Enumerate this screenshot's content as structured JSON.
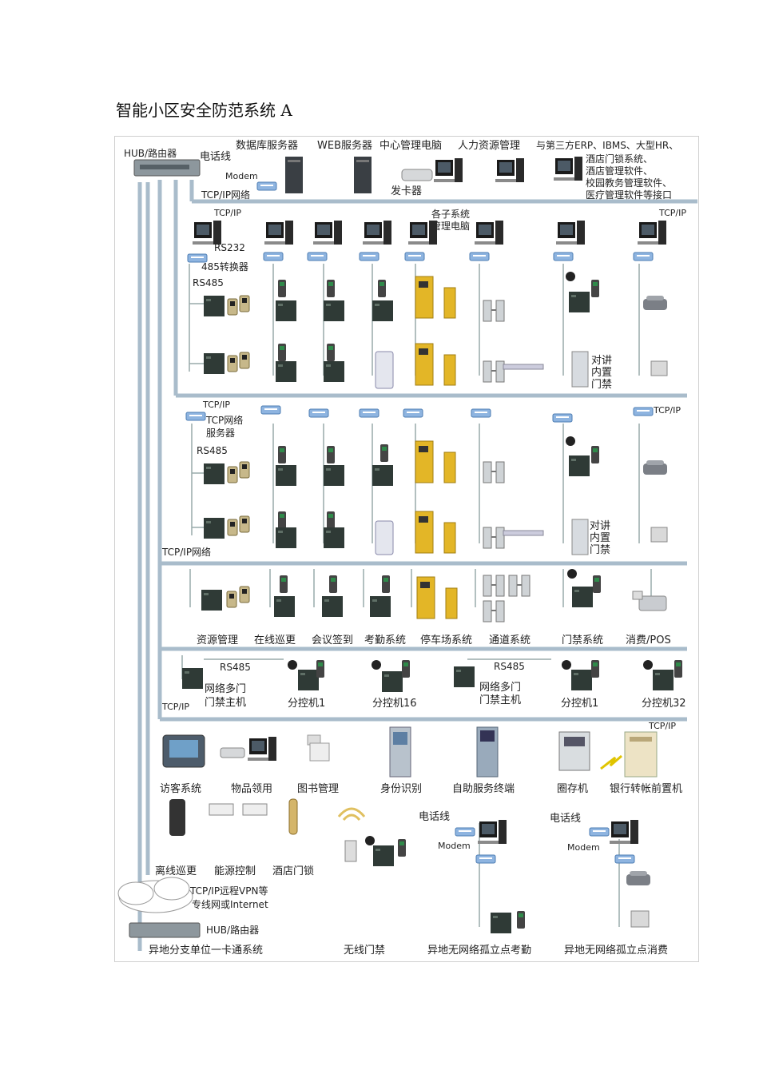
{
  "title": "智能小区安全防范系统 A",
  "colors": {
    "bus": "#a9bccb",
    "device_dark": "#2f3a36",
    "device_yellow": "#e3b627",
    "modem": "#7aa6d8",
    "monitor": "#1a1a1a"
  },
  "top": {
    "hub": "HUB/路由器",
    "phone_line": "电话线",
    "modem": "Modem",
    "db_server": "数据库服务器",
    "web_server": "WEB服务器",
    "center_pc": "中心管理电脑",
    "hr": "人力资源管理",
    "third_party": "与第三方ERP、IBMS、大型HR、",
    "third_party_lines": [
      "酒店门锁系统、",
      "酒店管理软件、",
      "校园教务管理软件、",
      "医疗管理软件等接口"
    ],
    "card_issuer": "发卡器",
    "tcpip_net": "TCP/IP网络"
  },
  "row1": {
    "tcpip_left": "TCP/IP",
    "tcpip_right": "TCP/IP",
    "subsystem_pc_1": "各子系统",
    "subsystem_pc_2": "管理电脑",
    "rs232": "RS232",
    "converter": "485转换器",
    "rs485": "RS485",
    "intercom": [
      "对讲",
      "内置",
      "门禁"
    ]
  },
  "row2": {
    "tcpip_left": "TCP/IP",
    "tcpip_right": "TCP/IP",
    "server_1": "TCP网络",
    "server_2": "服务器",
    "rs485": "RS485",
    "intercom": [
      "对讲",
      "内置",
      "门禁"
    ],
    "tcpip_net": "TCP/IP网络"
  },
  "row3": {
    "labels": [
      "资源管理",
      "在线巡更",
      "会议签到",
      "考勤系统",
      "停车场系统",
      "通道系统",
      "门禁系统",
      "消费/POS"
    ]
  },
  "row4": {
    "tcpip": "TCP/IP",
    "rs485_a": "RS485",
    "rs485_b": "RS485",
    "host_a": [
      "网络多门",
      "门禁主机"
    ],
    "host_b": [
      "网络多门",
      "门禁主机"
    ],
    "sub_a1": "分控机1",
    "sub_a16": "分控机16",
    "sub_b1": "分控机1",
    "sub_b32": "分控机32"
  },
  "row5": {
    "tcpip": "TCP/IP",
    "labels": [
      "访客系统",
      "物品领用",
      "图书管理",
      "身份识别",
      "自助服务终端",
      "圈存机",
      "银行转帐前置机"
    ]
  },
  "row6": {
    "labels": [
      "离线巡更",
      "能源控制",
      "酒店门锁"
    ],
    "phone_line_a": "电话线",
    "phone_line_b": "电话线",
    "modem_a": "Modem",
    "modem_b": "Modem",
    "vpn_1": "TCP/IP远程VPN等",
    "vpn_2": "专线网或Internet",
    "hub": "HUB/路由器",
    "bottom": [
      "异地分支单位一卡通系统",
      "无线门禁",
      "异地无网络孤立点考勤",
      "异地无网络孤立点消费"
    ]
  }
}
